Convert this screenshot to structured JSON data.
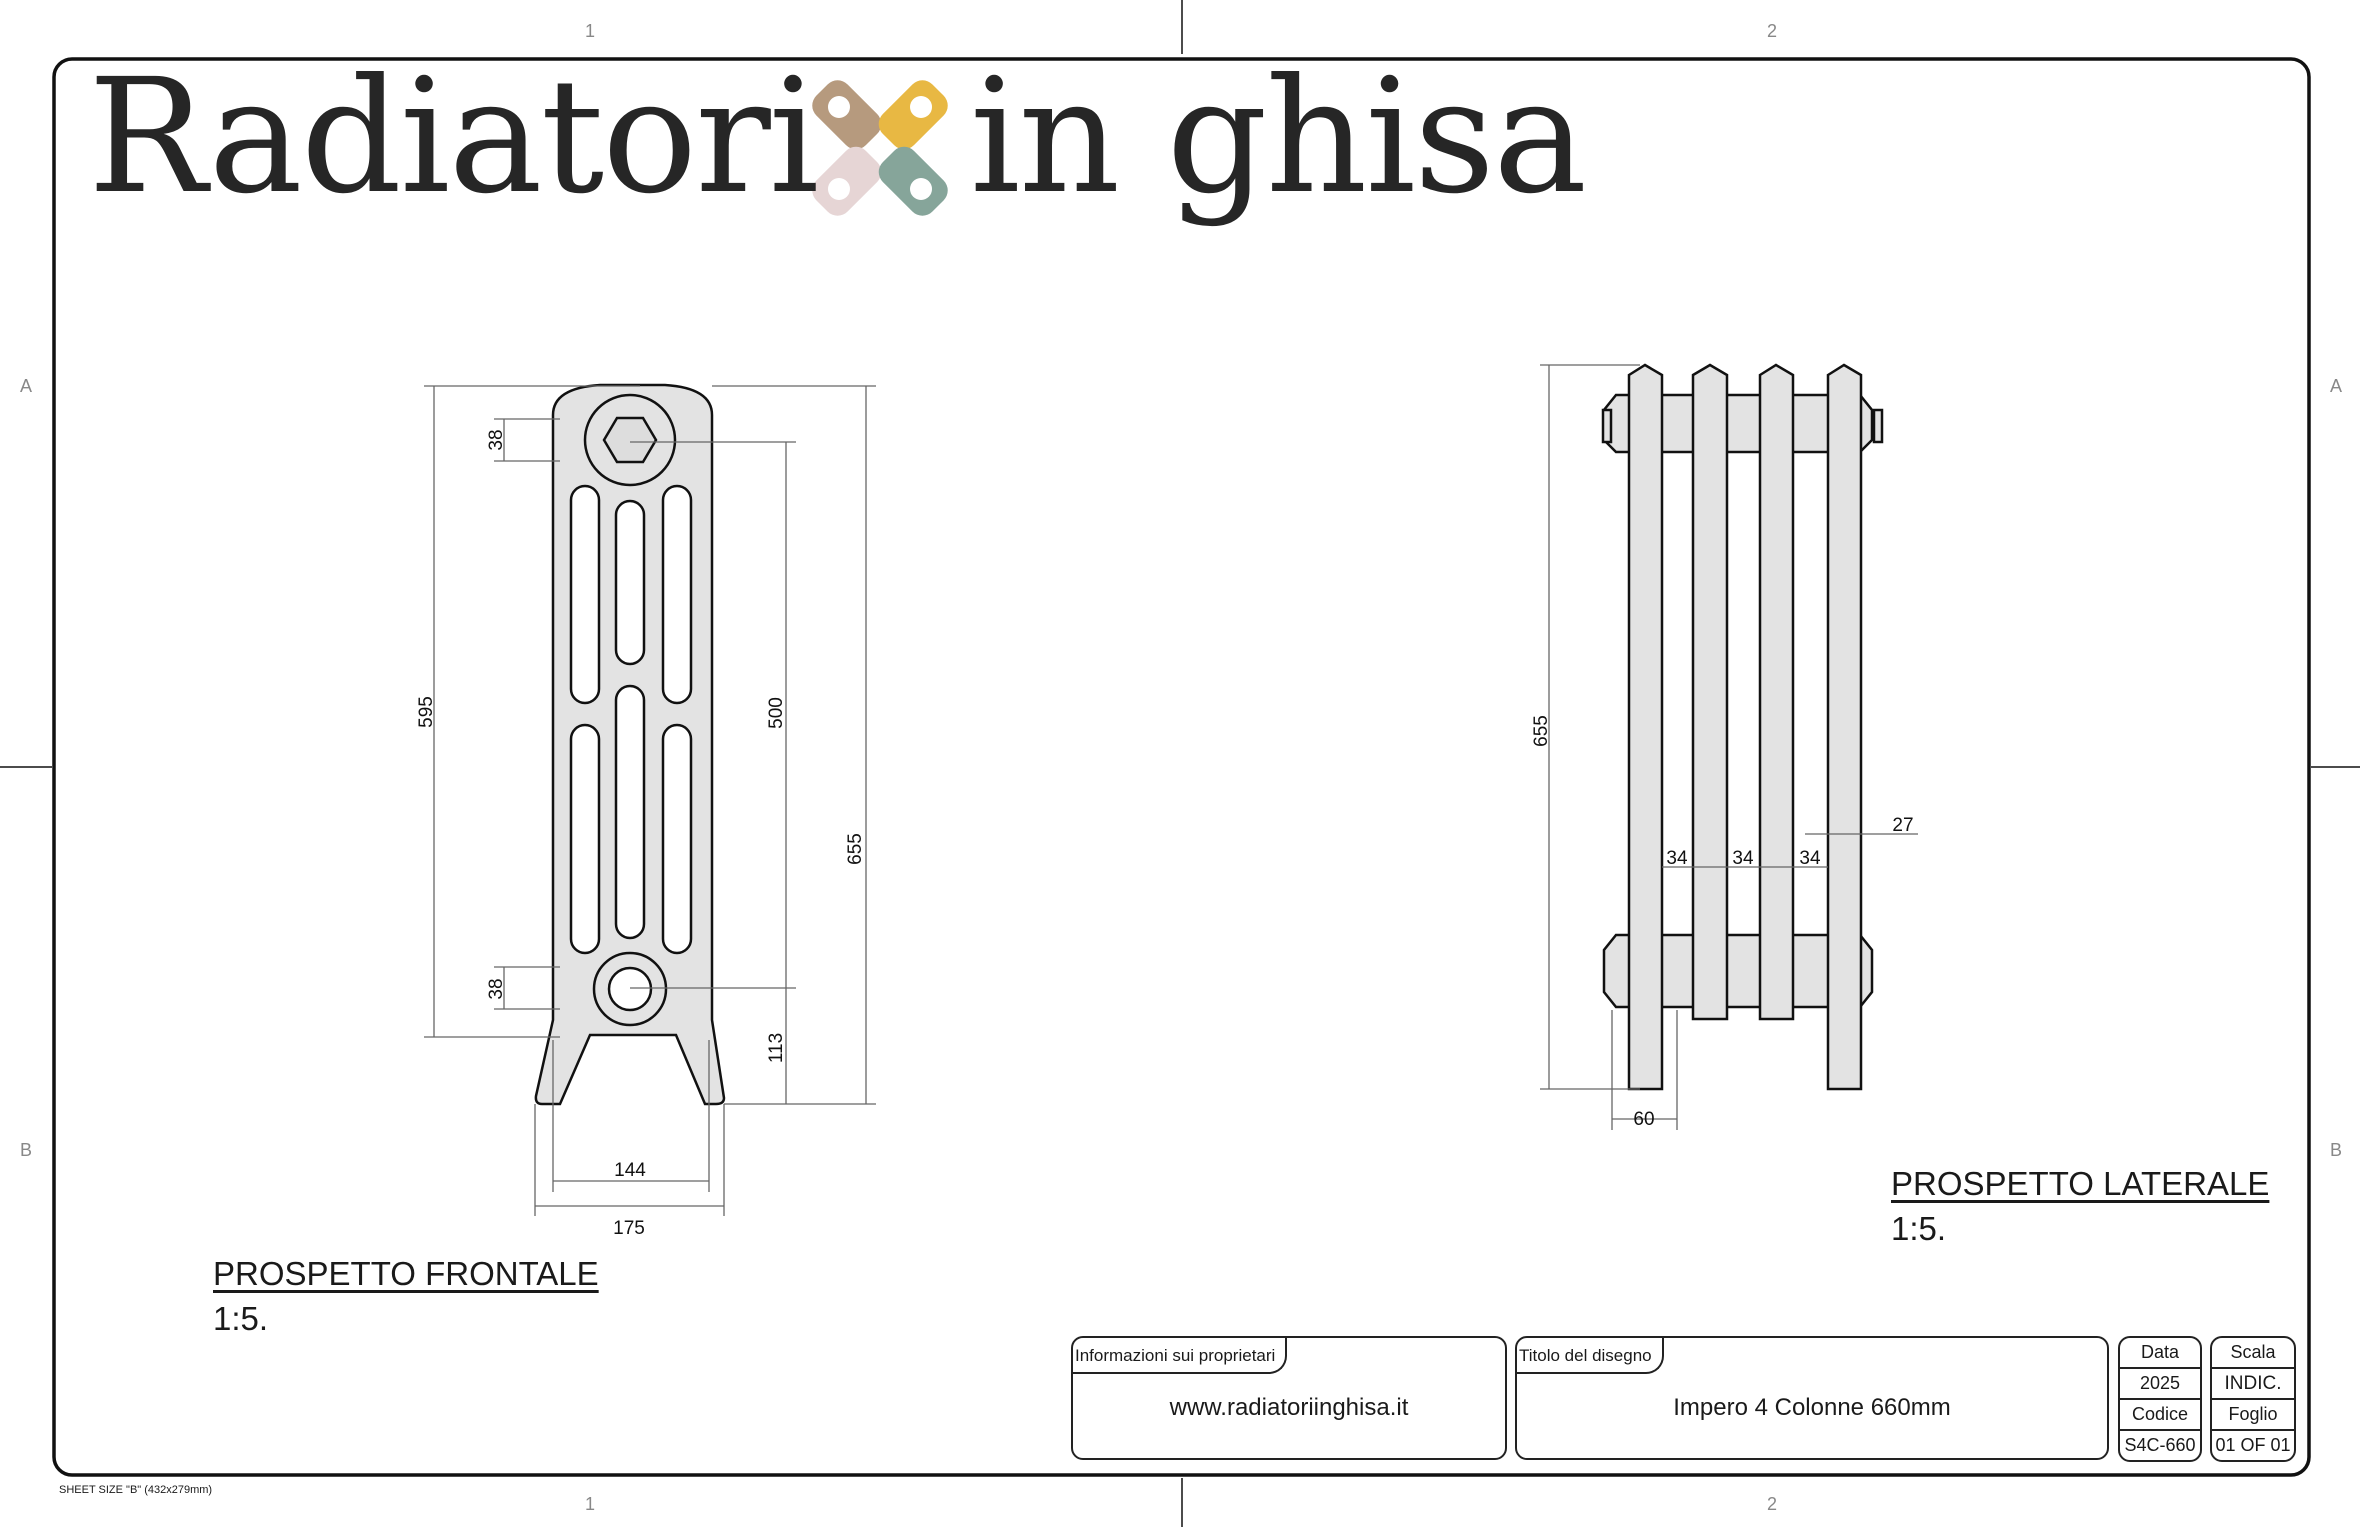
{
  "brand": {
    "left": "Radiatori",
    "right": "in ghisa",
    "logo_colors": [
      "#b69a7e",
      "#e8b843",
      "#86a59a",
      "#e6d5d5"
    ]
  },
  "grid": {
    "columns": [
      "1",
      "2"
    ],
    "rows": [
      "A",
      "B"
    ]
  },
  "front_view": {
    "title": "PROSPETTO FRONTALE",
    "scale": "1:5.",
    "dims": {
      "d595": "595",
      "d38_top": "38",
      "d500": "500",
      "d655": "655",
      "d38_bottom": "38",
      "d113": "113",
      "d144": "144",
      "d175": "175"
    }
  },
  "side_view": {
    "title": "PROSPETTO LATERALE",
    "scale": "1:5.",
    "dims": {
      "d655": "655",
      "d60": "60",
      "d34a": "34",
      "d34b": "34",
      "d34c": "34",
      "d27": "27"
    }
  },
  "title_block": {
    "owner_label": "Informazioni sui proprietari",
    "owner_value": "www.radiatoriinghisa.it",
    "title_label": "Titolo del disegno",
    "title_value": "Impero 4 Colonne 660mm",
    "data_label": "Data",
    "data_value": "2025",
    "code_label": "Codice",
    "code_value": "S4C-660",
    "scale_label": "Scala",
    "scale_value": "INDIC.",
    "sheet_label": "Foglio",
    "sheet_value": "01 OF 01"
  },
  "sheet_size": "SHEET SIZE \"B\" (432x279mm)"
}
